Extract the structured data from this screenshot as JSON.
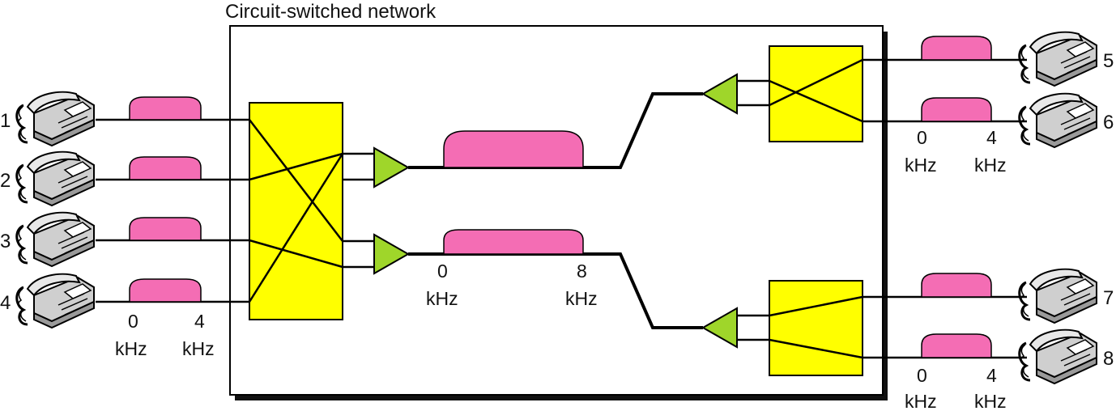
{
  "title": "Circuit-switched network",
  "phones": [
    {
      "label": "1"
    },
    {
      "label": "2"
    },
    {
      "label": "3"
    },
    {
      "label": "4"
    },
    {
      "label": "5"
    },
    {
      "label": "6"
    },
    {
      "label": "7"
    },
    {
      "label": "8"
    }
  ],
  "axis_labels": {
    "left_zero": "0",
    "left_four": "4",
    "left_unit_a": "kHz",
    "left_unit_b": "kHz",
    "mid_zero": "0",
    "mid_eight": "8",
    "mid_unit_a": "kHz",
    "mid_unit_b": "kHz",
    "rt_zero": "0",
    "rt_four": "4",
    "rt_unit_a": "kHz",
    "rt_unit_b": "kHz",
    "rb_zero": "0",
    "rb_four": "4",
    "rb_unit_a": "kHz",
    "rb_unit_b": "kHz"
  },
  "colors": {
    "switch": "#ffff00",
    "spectrum": "#f46db4",
    "amplifier": "#9fd62a",
    "line": "#000000",
    "phone_body": "#cfcfcf"
  },
  "icons": [
    "telephone-icon",
    "switch-box",
    "amplifier-triangle",
    "spectrum-hump"
  ]
}
